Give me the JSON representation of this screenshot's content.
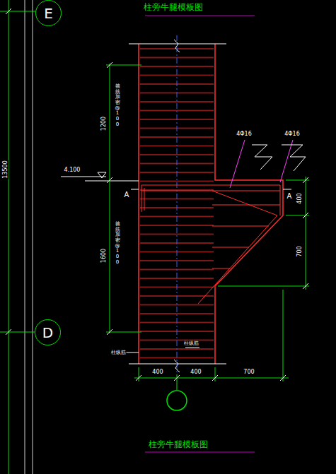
{
  "diagram": {
    "title": "柱旁牛腿模板图",
    "caption": "柱旁牛腿模板图",
    "nodes": [
      {
        "text": [
          "E"
        ]
      },
      {
        "text": [
          "D"
        ]
      }
    ],
    "labels": [
      "13500",
      "1200",
      "箍筋加密@100",
      "4.100",
      "A",
      "A",
      "4Φ16",
      "4Φ16",
      "400",
      "1600",
      "箍筋加密@100",
      "700",
      "柱纵筋",
      "柱纵筋",
      "400",
      "400",
      "700"
    ]
  }
}
